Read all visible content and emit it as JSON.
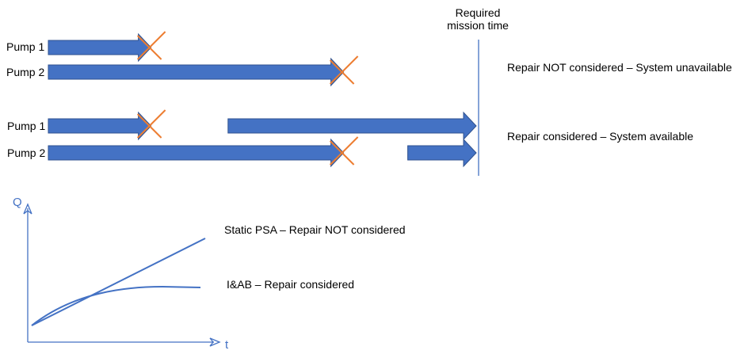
{
  "mission_time": {
    "line1": "Required",
    "line2": "mission time"
  },
  "scenarios": [
    {
      "rows": [
        {
          "label": "Pump 1",
          "segments": [
            {
              "x0": 0,
              "x1": 0.24,
              "failed": true
            }
          ]
        },
        {
          "label": "Pump 2",
          "segments": [
            {
              "x0": 0,
              "x1": 0.69,
              "failed": true
            }
          ]
        }
      ],
      "caption": "Repair NOT considered – System unavailable"
    },
    {
      "rows": [
        {
          "label": "Pump 1",
          "segments": [
            {
              "x0": 0,
              "x1": 0.24,
              "failed": true
            },
            {
              "x0": 0.42,
              "x1": 1.0,
              "failed": false
            }
          ]
        },
        {
          "label": "Pump 2",
          "segments": [
            {
              "x0": 0,
              "x1": 0.69,
              "failed": true
            },
            {
              "x0": 0.84,
              "x1": 1.0,
              "failed": false
            }
          ]
        }
      ],
      "caption": "Repair considered – System available"
    }
  ],
  "graph": {
    "y_label": "Q",
    "x_label": "t",
    "curves": [
      {
        "label": "Static PSA – Repair NOT considered",
        "shape": "linear"
      },
      {
        "label": "I&AB – Repair considered",
        "shape": "saturating"
      }
    ]
  },
  "colors": {
    "arrow": "#4472c4",
    "arrow_edge": "#2f528f",
    "fail_mark": "#ed7d31",
    "axis": "#4472c4"
  }
}
